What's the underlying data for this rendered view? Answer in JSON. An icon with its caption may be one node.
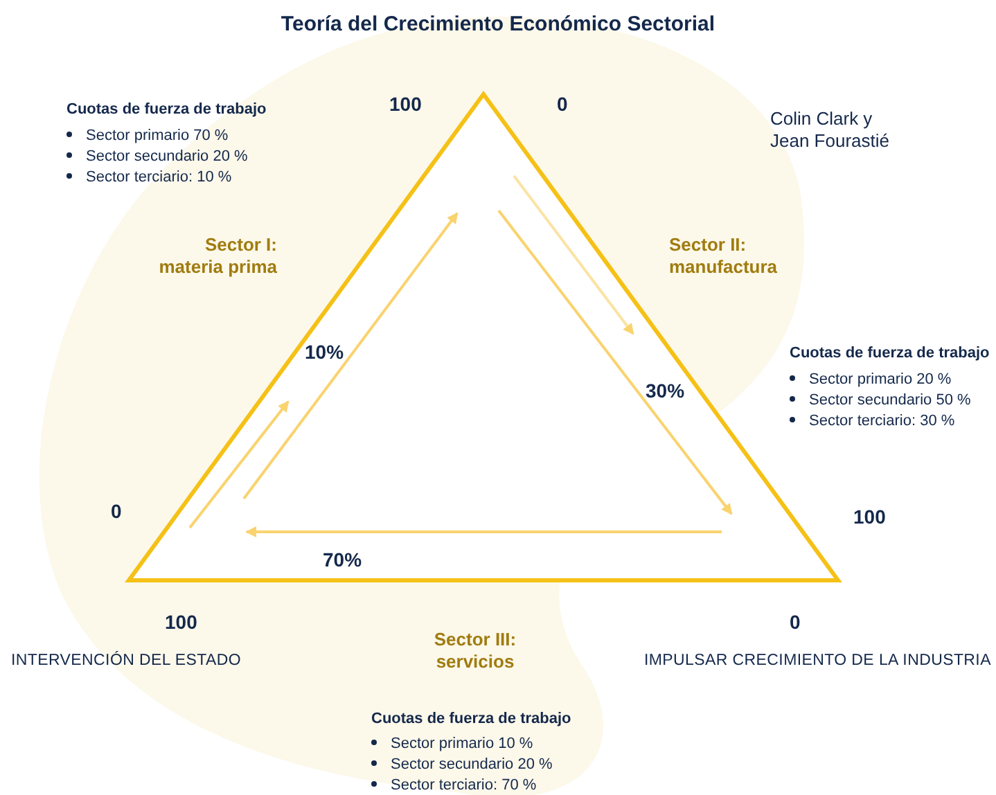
{
  "diagram": {
    "title": "Teoría del Crecimiento Económico Sectorial",
    "labels": [
      "Cuotas de fuerza de trabajo",
      "Sector primario 70 %",
      "Sector secundario 20 %",
      "Sector terciario: 10 %",
      "100",
      "0",
      "Colin Clark y Jean Fourastié",
      "Sector I: materia prima",
      "Sector II: manufactura",
      "10%",
      "30%",
      "Cuotas de fuerza de trabajo",
      "Sector primario 20 %",
      "Sector secundario 50 %",
      "Sector terciario: 30 %",
      "0",
      "100",
      "70%",
      "100",
      "0",
      "INTERVENCIÓN DEL ESTADO",
      "IMPULSAR CRECIMIENTO DE LA INDUSTRIA",
      "Sector III: servicios",
      "Cuotas de fuerza de trabajo",
      "Sector primario 10 %",
      "Sector secundario 20 %",
      "Sector terciario: 70 %"
    ]
  }
}
